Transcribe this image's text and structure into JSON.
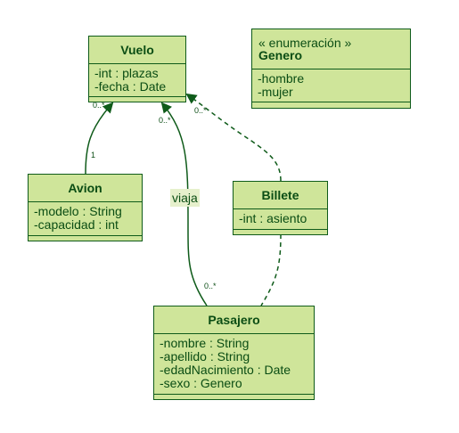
{
  "classes": {
    "vuelo": {
      "name": "Vuelo",
      "attributes": [
        "-int : plazas",
        "-fecha : Date"
      ]
    },
    "genero": {
      "stereotype": "« enumeración »",
      "name": "Genero",
      "attributes": [
        "-hombre",
        "-mujer"
      ]
    },
    "avion": {
      "name": "Avion",
      "attributes": [
        "-modelo : String",
        "-capacidad : int"
      ]
    },
    "billete": {
      "name": "Billete",
      "attributes": [
        "-int : asiento"
      ]
    },
    "pasajero": {
      "name": "Pasajero",
      "attributes": [
        "-nombre : String",
        "-apellido : String",
        "-edadNacimiento : Date",
        "-sexo : Genero"
      ]
    }
  },
  "relations": {
    "avion_vuelo": {
      "source_mult": "1",
      "target_mult": "0..*"
    },
    "pasajero_vuelo": {
      "label": "viaja",
      "source_mult": "0..*",
      "target_mult": "0..*"
    },
    "billete_association": {
      "target_mult": "0..*"
    }
  },
  "colors": {
    "fill": "#cfe59a",
    "stroke": "#0f5b1a",
    "text": "#0b4d14"
  }
}
